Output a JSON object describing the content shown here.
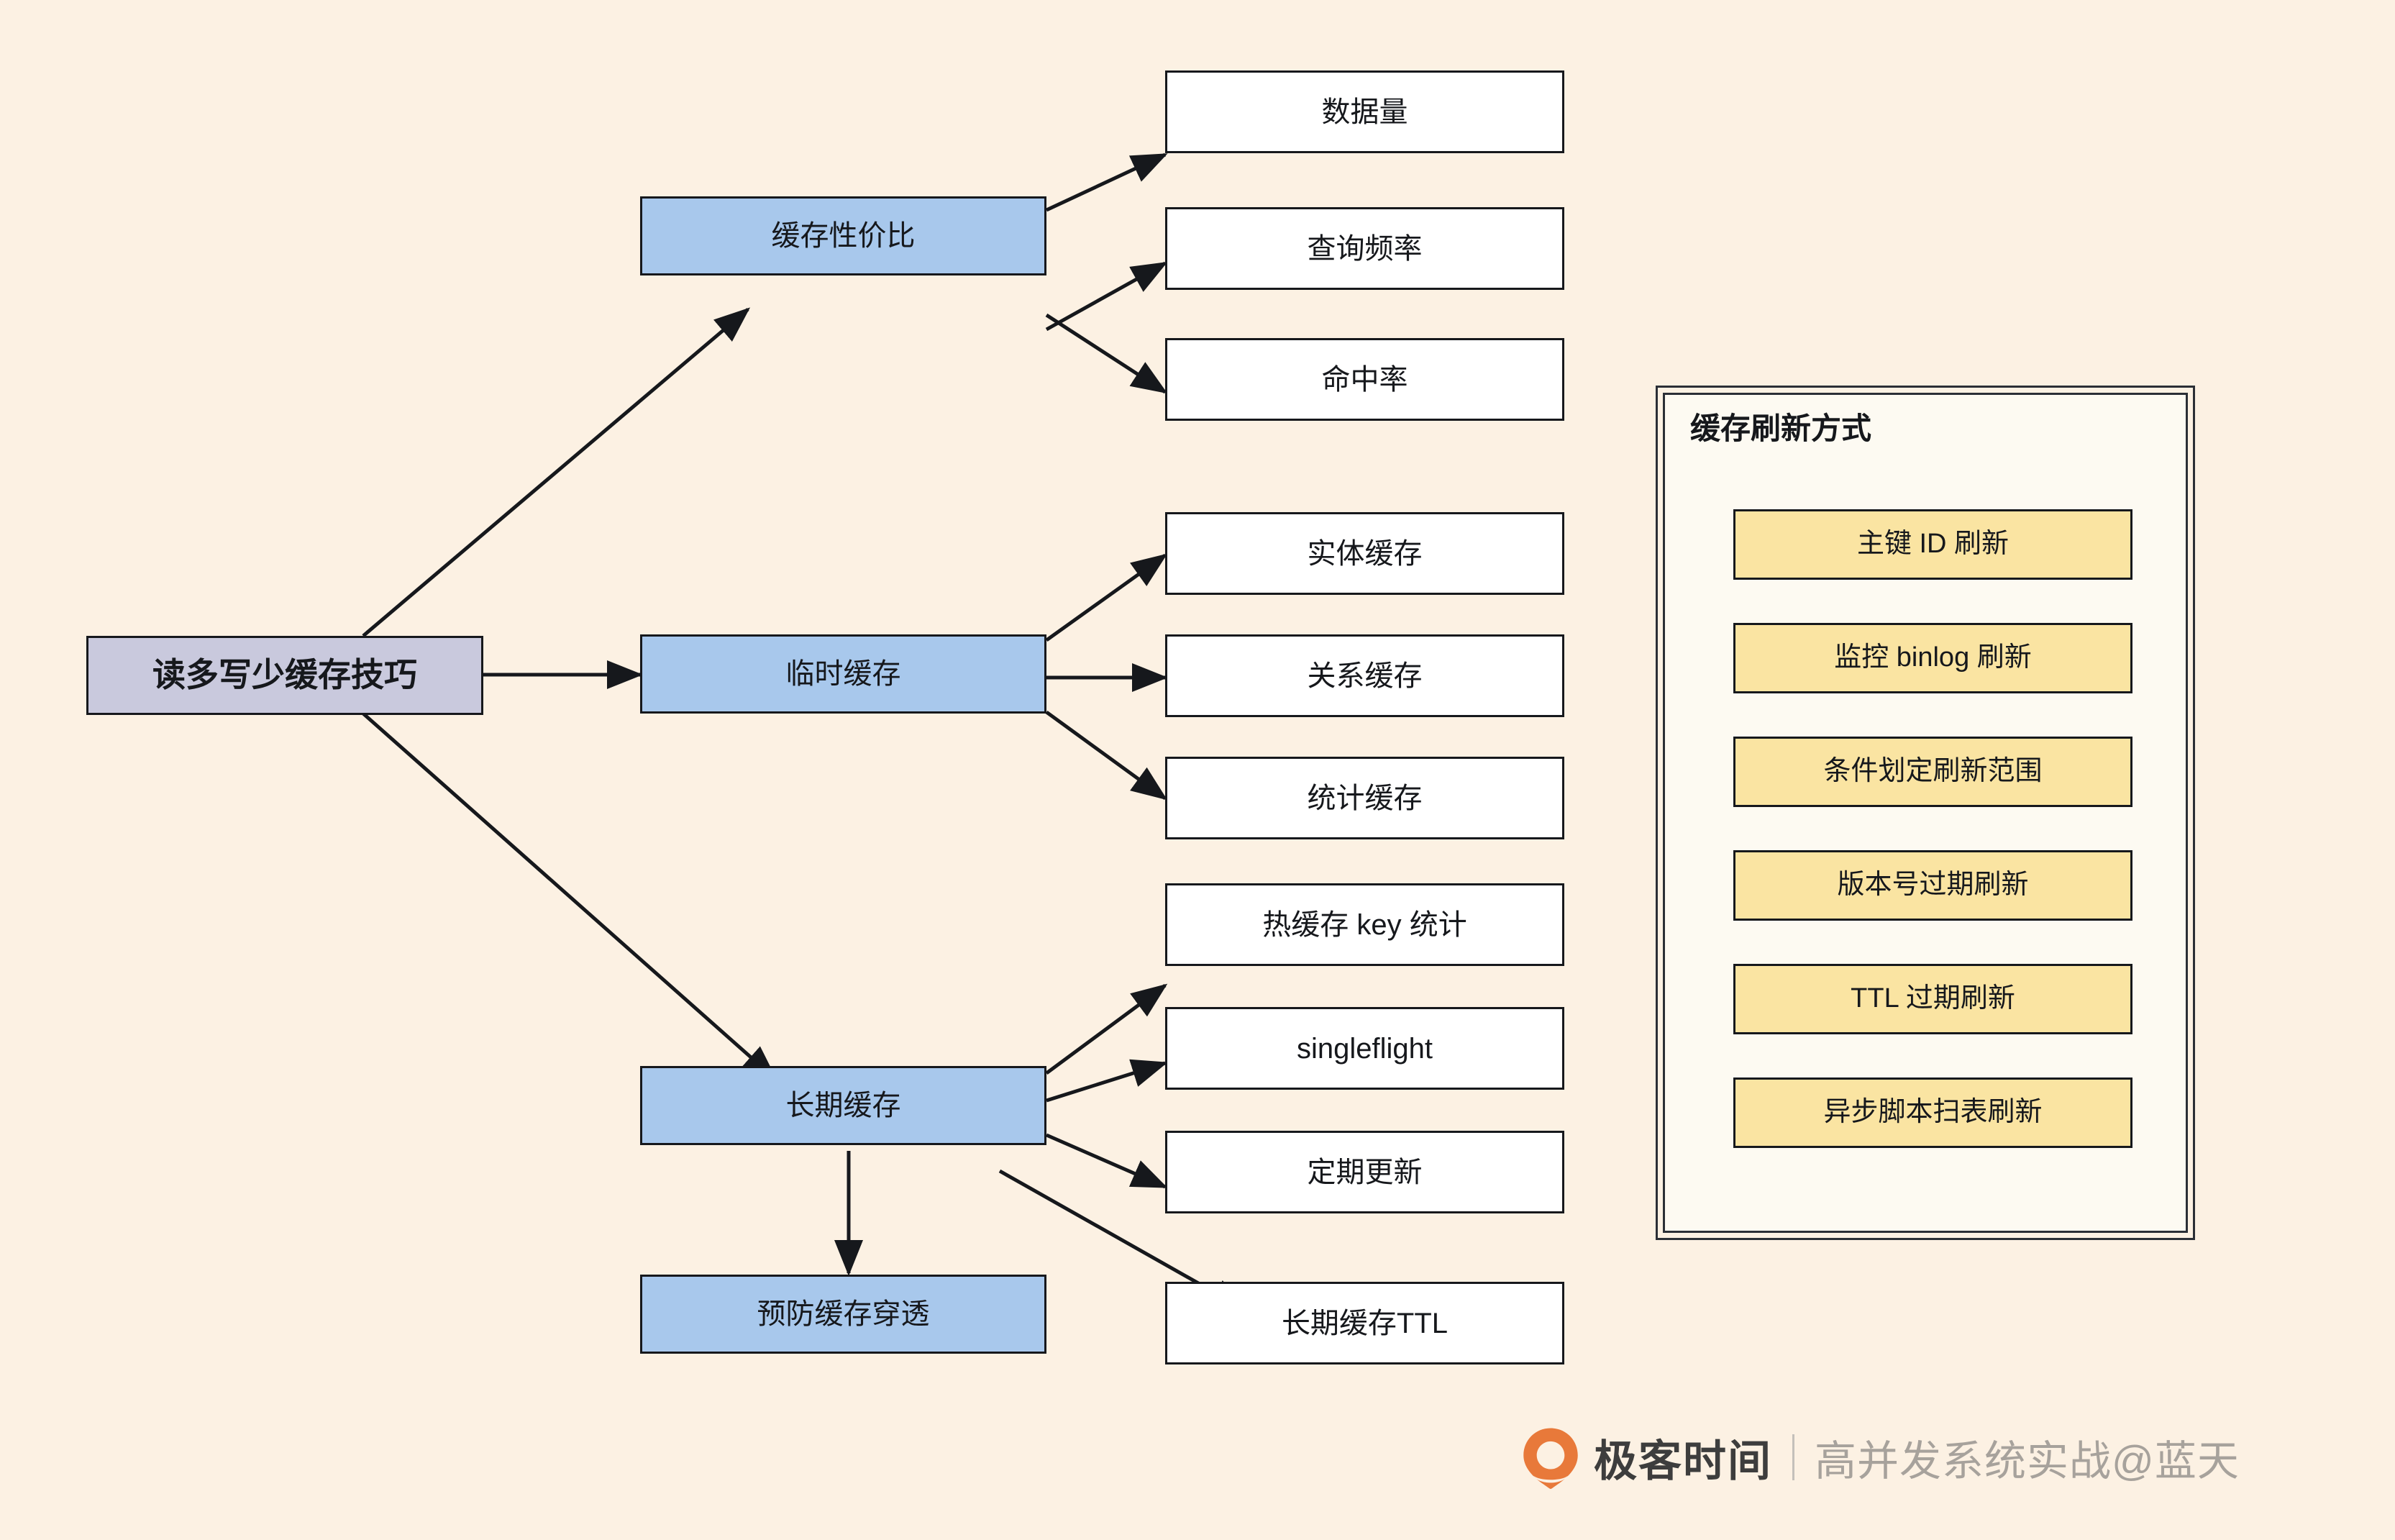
{
  "diagram": {
    "background_color": "#fcf1e3",
    "root": {
      "label": "读多写少缓存技巧",
      "fill": "#c9c9dd"
    },
    "branches": [
      {
        "label": "缓存性价比",
        "fill": "#a8c8ec",
        "children": [
          {
            "label": "数据量"
          },
          {
            "label": "查询频率"
          },
          {
            "label": "命中率"
          }
        ]
      },
      {
        "label": "临时缓存",
        "fill": "#a8c8ec",
        "children": [
          {
            "label": "实体缓存"
          },
          {
            "label": "关系缓存"
          },
          {
            "label": "统计缓存"
          }
        ]
      },
      {
        "label": "长期缓存",
        "fill": "#a8c8ec",
        "children": [
          {
            "label": "热缓存 key 统计"
          },
          {
            "label": "singleflight"
          },
          {
            "label": "定期更新"
          },
          {
            "label": "长期缓存TTL"
          }
        ]
      }
    ],
    "extra_node": {
      "label": "预防缓存穿透",
      "fill": "#a8c8ec"
    }
  },
  "panel": {
    "title": "缓存刷新方式",
    "item_fill": "#fae4a2",
    "items": [
      {
        "label": "主键 ID 刷新"
      },
      {
        "label": "监控 binlog 刷新"
      },
      {
        "label": "条件划定刷新范围"
      },
      {
        "label": "版本号过期刷新"
      },
      {
        "label": "TTL 过期刷新"
      },
      {
        "label": "异步脚本扫表刷新"
      }
    ]
  },
  "footer": {
    "brand": "极客时间",
    "course": "高并发系统实战@蓝天",
    "logo_color": "#e8793a"
  }
}
